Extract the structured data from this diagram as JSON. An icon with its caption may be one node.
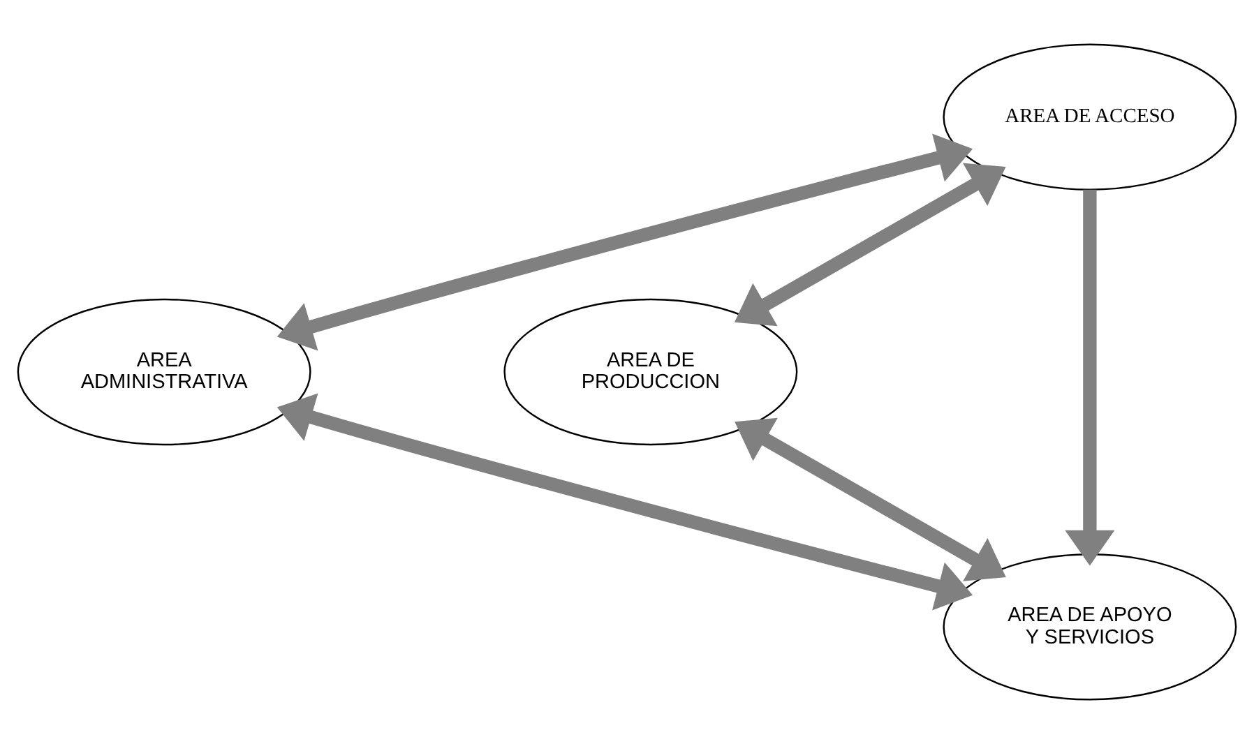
{
  "diagram": {
    "nodes": [
      {
        "text": [
          "AREA DE ACCESO"
        ]
      },
      {
        "text": [
          "AREA ADMINISTRATIVA"
        ]
      },
      {
        "text": [
          "AREA DE PRODUCCION"
        ]
      },
      {
        "text": [
          "AREA DE APOYO Y SERVICIOS"
        ]
      }
    ],
    "edges": [
      {
        "from": 0,
        "to": 1,
        "arrow": "both"
      },
      {
        "from": 0,
        "to": 2,
        "arrow": "both"
      },
      {
        "from": 0,
        "to": 3,
        "arrow": "to"
      },
      {
        "from": 1,
        "to": 3,
        "arrow": "both"
      },
      {
        "from": 2,
        "to": 3,
        "arrow": "both"
      }
    ]
  }
}
